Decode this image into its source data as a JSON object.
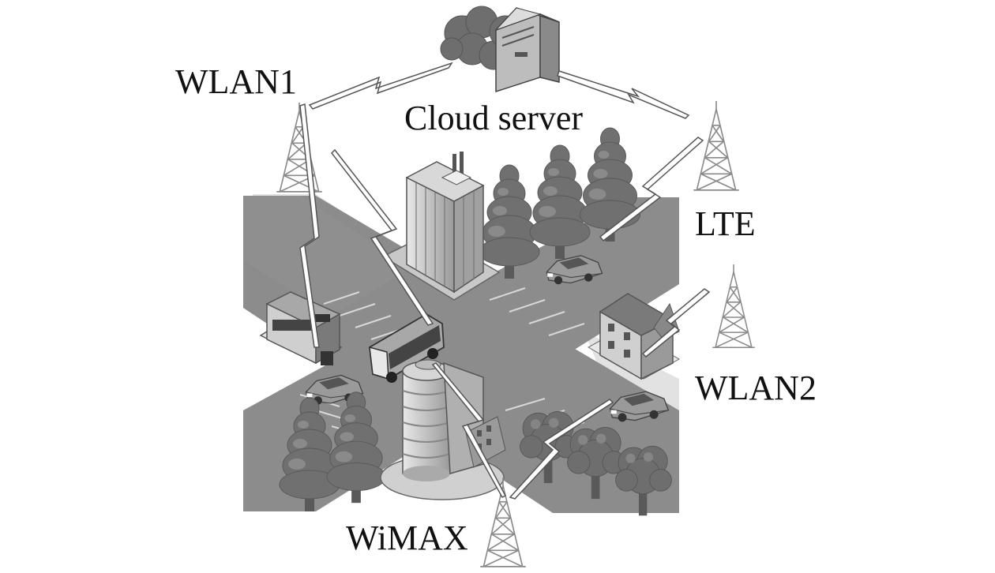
{
  "labels": {
    "cloud": "Cloud server",
    "wlan1": "WLAN1",
    "lte": "LTE",
    "wlan2": "WLAN2",
    "wimax": "WiMAX"
  },
  "icons": [
    "cloud-icon",
    "server-tower-icon",
    "cell-tower-icon",
    "building-icon",
    "tree-icon",
    "car-icon",
    "bus-icon"
  ],
  "colors": {
    "road": "#8c8c8c",
    "ground": "#d8d8d8",
    "tree": "#6e6e6e",
    "tower": "#8a8a8a",
    "signal": "#555555"
  }
}
